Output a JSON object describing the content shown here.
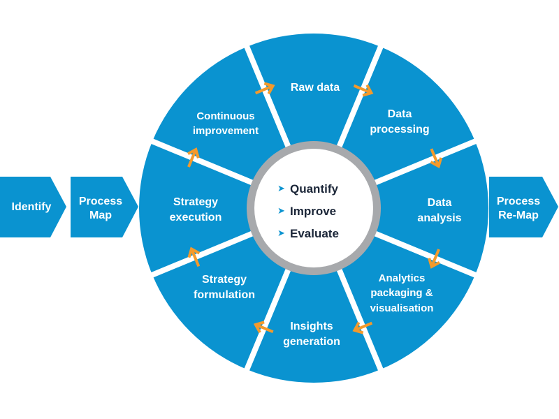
{
  "colors": {
    "segment": "#0a93d0",
    "arrow": "#f39a2c",
    "ring": "#a7a9ac",
    "text_dark": "#1b2638"
  },
  "left_steps": [
    {
      "label_lines": [
        "Identify"
      ]
    },
    {
      "label_lines": [
        "Process",
        "Map"
      ]
    }
  ],
  "right_step": {
    "label_lines": [
      "Process",
      "Re-Map"
    ]
  },
  "segments": [
    {
      "label_lines": [
        "Raw data"
      ]
    },
    {
      "label_lines": [
        "Data",
        "processing"
      ]
    },
    {
      "label_lines": [
        "Data",
        "analysis"
      ]
    },
    {
      "label_lines": [
        "Analytics",
        "packaging &",
        "visualisation"
      ]
    },
    {
      "label_lines": [
        "Insights",
        "generation"
      ]
    },
    {
      "label_lines": [
        "Strategy",
        "formulation"
      ]
    },
    {
      "label_lines": [
        "Strategy",
        "execution"
      ]
    },
    {
      "label_lines": [
        "Continuous",
        "improvement"
      ]
    }
  ],
  "center": {
    "bullet_icon": "triangle-right-icon",
    "items": [
      "Quantify",
      "Improve",
      "Evaluate"
    ]
  }
}
